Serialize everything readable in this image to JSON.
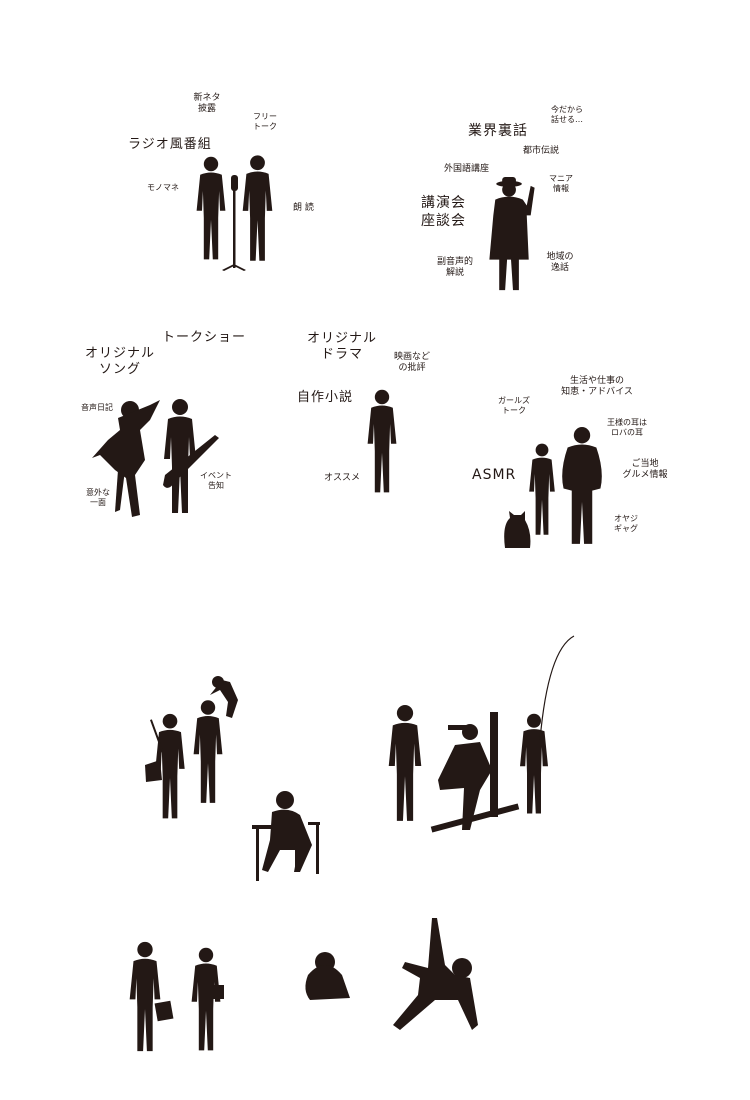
{
  "colors": {
    "silhouette": "#231815",
    "text": "#231815",
    "background": "#ffffff"
  },
  "groups": {
    "radio": {
      "new_material": [
        "新ネタ",
        "披露"
      ],
      "free_talk": [
        "フリー",
        "トーク"
      ],
      "radio_show": "ラジオ風番組",
      "impressions": "モノマネ",
      "reading": "朗 読"
    },
    "insider": {
      "now_can_tell": [
        "今だから",
        "話せる…"
      ],
      "industry_secrets": "業界裏話",
      "urban_legends": "都市伝説",
      "language_course": "外国語講座",
      "mania_info": [
        "マニア",
        "情報"
      ],
      "lectures": [
        "講演会",
        "座談会"
      ],
      "commentary": [
        "副音声的",
        "解説"
      ],
      "local_stories": [
        "地域の",
        "逸話"
      ]
    },
    "music": {
      "talk_show": "トークショー",
      "original_song": [
        "オリジナル",
        "ソング"
      ],
      "audio_diary": "音声日記",
      "unexpected_side": [
        "意外な",
        "一面"
      ],
      "event_notice": [
        "イベント",
        "告知"
      ]
    },
    "drama": {
      "original_drama": [
        "オリジナル",
        "ドラマ"
      ],
      "film_review": [
        "映画など",
        "の批評"
      ],
      "novel": "自作小説",
      "recommend": "オススメ"
    },
    "life": {
      "life_tips": [
        "生活や仕事の",
        "知恵・アドバイス"
      ],
      "girls_talk": [
        "ガールズ",
        "トーク"
      ],
      "secret": [
        "王様の耳は",
        "ロバの耳"
      ],
      "asmr": "ASMR",
      "local_gourmet": [
        "ご当地",
        "グルメ情報"
      ],
      "dad_jokes": [
        "オヤジ",
        "ギャグ"
      ]
    }
  }
}
